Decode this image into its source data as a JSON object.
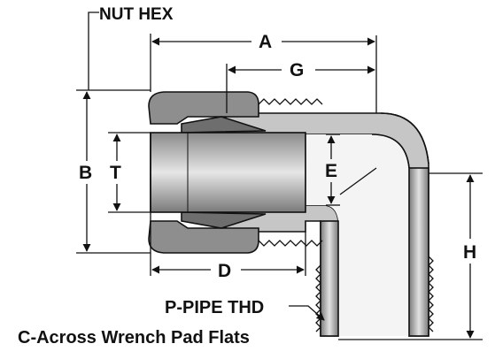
{
  "labels": {
    "nut_hex": "NUT HEX",
    "dim_a": "A",
    "dim_g": "G",
    "dim_b": "B",
    "dim_t": "T",
    "dim_e": "E",
    "dim_d": "D",
    "dim_h": "H",
    "pipe_thread": "P-PIPE THD",
    "wrench_flats": "C-Across Wrench Pad Flats"
  },
  "colors": {
    "line": "#111111",
    "body_light": "#d4d4d4",
    "body_mid": "#a8a8a8",
    "body_dark": "#6e6e6e",
    "bore": "#f4f4f4"
  }
}
